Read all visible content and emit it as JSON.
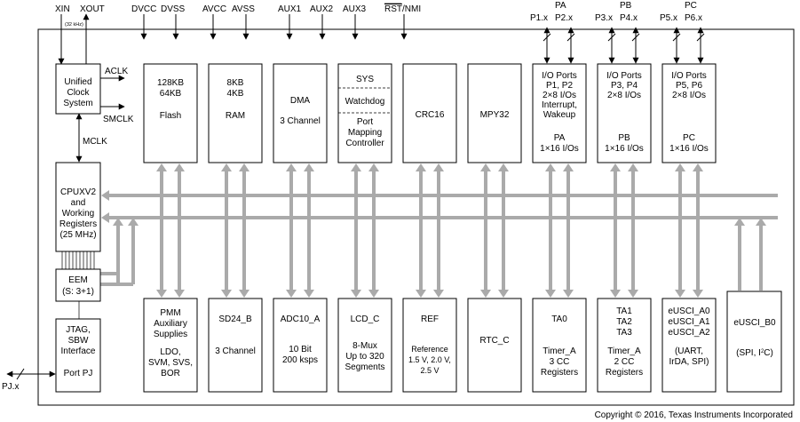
{
  "pins": {
    "xin": "XIN",
    "xout": "XOUT",
    "xt_freq": "(32 kHz)",
    "dvcc": "DVCC",
    "dvss": "DVSS",
    "avcc": "AVCC",
    "avss": "AVSS",
    "aux1": "AUX1",
    "aux2": "AUX2",
    "aux3": "AUX3",
    "rst_bar": "RST",
    "nmi": "/NMI",
    "pa": "PA",
    "pb": "PB",
    "pc": "PC",
    "p1x": "P1.x",
    "p2x": "P2.x",
    "p3x": "P3.x",
    "p4x": "P4.x",
    "p5x": "P5.x",
    "p6x": "P6.x",
    "pjx": "PJ.x"
  },
  "signals": {
    "aclk": "ACLK",
    "smclk": "SMCLK",
    "mclk": "MCLK"
  },
  "blocks": {
    "ucs": [
      "Unified",
      "Clock",
      "System"
    ],
    "flash": [
      "128KB",
      "64KB",
      "Flash"
    ],
    "ram": [
      "8KB",
      "4KB",
      "RAM"
    ],
    "dma": [
      "DMA",
      "3 Channel"
    ],
    "sys": [
      "SYS",
      "Watchdog",
      "Port",
      "Mapping",
      "Controller"
    ],
    "crc": [
      "CRC16"
    ],
    "mpy": [
      "MPY32"
    ],
    "ioa": [
      "I/O Ports",
      "P1, P2",
      "2×8 I/Os",
      "Interrupt,",
      "Wakeup",
      "PA",
      "1×16 I/Os"
    ],
    "iob": [
      "I/O Ports",
      "P3, P4",
      "2×8 I/Os",
      "PB",
      "1×16 I/Os"
    ],
    "ioc": [
      "I/O Ports",
      "P5, P6",
      "2×8 I/Os",
      "PC",
      "1×16 I/Os"
    ],
    "cpu": [
      "CPUXV2",
      "and",
      "Working",
      "Registers",
      "(25 MHz)"
    ],
    "eem": [
      "EEM",
      "(S: 3+1)"
    ],
    "jtag": [
      "JTAG,",
      "SBW",
      "Interface",
      "Port PJ"
    ],
    "pmm": [
      "PMM",
      "Auxiliary",
      "Supplies",
      "LDO,",
      "SVM, SVS,",
      "BOR"
    ],
    "sd24": [
      "SD24_B",
      "3 Channel"
    ],
    "adc": [
      "ADC10_A",
      "10 Bit",
      "200 ksps"
    ],
    "lcd": [
      "LCD_C",
      "8-Mux",
      "Up to 320",
      "Segments"
    ],
    "ref": [
      "REF",
      "Reference",
      "1.5 V, 2.0 V,",
      "2.5 V"
    ],
    "rtc": [
      "RTC_C"
    ],
    "ta0": [
      "TA0",
      "Timer_A",
      "3 CC",
      "Registers"
    ],
    "ta1": [
      "TA1",
      "TA2",
      "TA3",
      "Timer_A",
      "2 CC",
      "Registers"
    ],
    "uscia": [
      "eUSCI_A0",
      "eUSCI_A1",
      "eUSCI_A2",
      "(UART,",
      "IrDA, SPI)"
    ],
    "uscib": [
      "eUSCI_B0",
      "(SPI, I",
      "2",
      "C)"
    ]
  },
  "copyright": "Copyright © 2016, Texas Instruments Incorporated",
  "colors": {
    "bus": "#aaaaaa",
    "line": "#000000"
  }
}
